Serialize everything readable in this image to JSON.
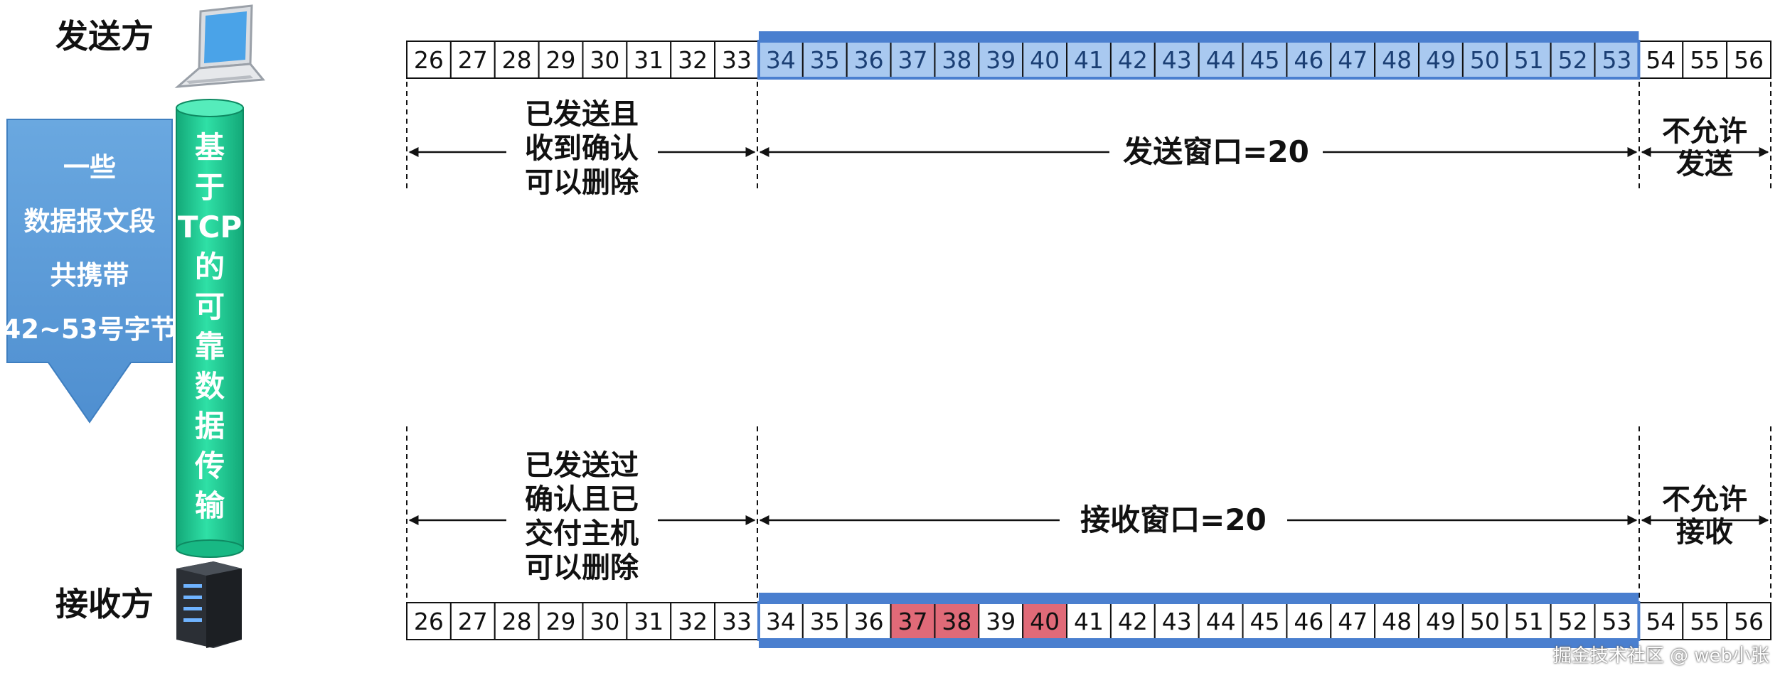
{
  "sender": {
    "label": "发送方",
    "sequence": [
      "26",
      "27",
      "28",
      "29",
      "30",
      "31",
      "32",
      "33",
      "34",
      "35",
      "36",
      "37",
      "38",
      "39",
      "40",
      "41",
      "42",
      "43",
      "44",
      "45",
      "46",
      "47",
      "48",
      "49",
      "50",
      "51",
      "52",
      "53",
      "54",
      "55",
      "56"
    ],
    "window_start_index": 8,
    "window_end_index": 27,
    "region_left": [
      "已发送且",
      "收到确认",
      "可以删除"
    ],
    "window_label": "发送窗口=20",
    "region_right": [
      "不允许",
      "发送"
    ]
  },
  "receiver": {
    "label": "接收方",
    "sequence": [
      "26",
      "27",
      "28",
      "29",
      "30",
      "31",
      "32",
      "33",
      "34",
      "35",
      "36",
      "37",
      "38",
      "39",
      "40",
      "41",
      "42",
      "43",
      "44",
      "45",
      "46",
      "47",
      "48",
      "49",
      "50",
      "51",
      "52",
      "53",
      "54",
      "55",
      "56"
    ],
    "window_start_index": 8,
    "window_end_index": 27,
    "received_indices": [
      11,
      12,
      14
    ],
    "region_left": [
      "已发送过",
      "确认且已",
      "交付主机",
      "可以删除"
    ],
    "window_label": "接收窗口=20",
    "region_right": [
      "不允许",
      "接收"
    ]
  },
  "segment_arrow": [
    "一些",
    "数据报文段",
    "共携带",
    "42~53号字节"
  ],
  "pipe_text": [
    "基",
    "于",
    "TCP",
    "的",
    "可",
    "靠",
    "数",
    "据",
    "传",
    "输"
  ],
  "watermark": "掘金技术社区 @ web小张",
  "colors": {
    "window_fill": "#a9c9f0",
    "window_bar": "#4a7fcf",
    "received_fill": "#e06a78",
    "arrow_fill": "#5b9bd5",
    "pipe_fill": "#1fc791",
    "pipe_text": "#ffffff"
  },
  "icons": {
    "sender": "laptop-icon",
    "receiver": "server-icon"
  }
}
